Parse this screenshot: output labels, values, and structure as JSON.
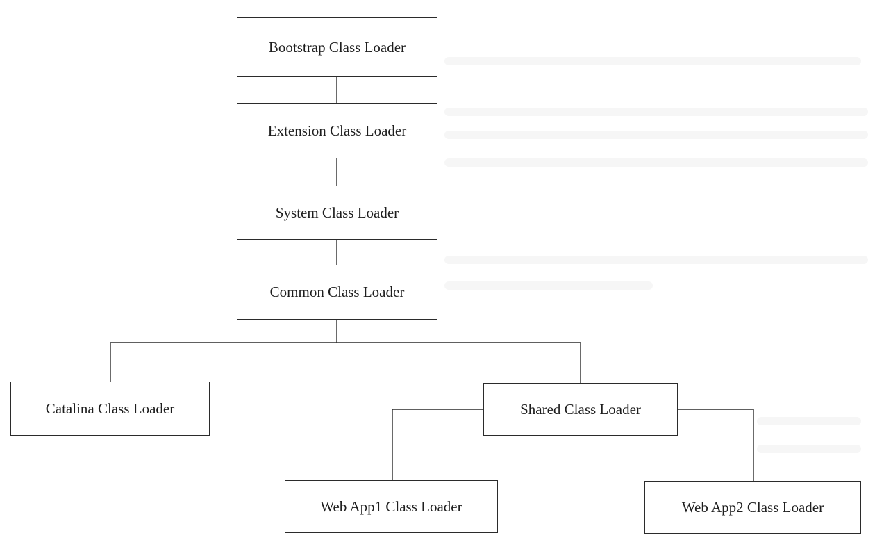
{
  "diagram": {
    "nodes": {
      "bootstrap": "Bootstrap Class Loader",
      "extension": "Extension Class Loader",
      "system": "System Class Loader",
      "common": "Common Class Loader",
      "catalina": "Catalina Class Loader",
      "shared": "Shared Class Loader",
      "webapp1": "Web App1 Class Loader",
      "webapp2": "Web App2 Class Loader"
    },
    "edges": [
      [
        "bootstrap",
        "extension"
      ],
      [
        "extension",
        "system"
      ],
      [
        "system",
        "common"
      ],
      [
        "common",
        "catalina"
      ],
      [
        "common",
        "shared"
      ],
      [
        "shared",
        "webapp1"
      ],
      [
        "shared",
        "webapp2"
      ]
    ],
    "colors": {
      "line": "#2b2b2b",
      "text": "#1e1e1e",
      "background": "#ffffff"
    }
  }
}
